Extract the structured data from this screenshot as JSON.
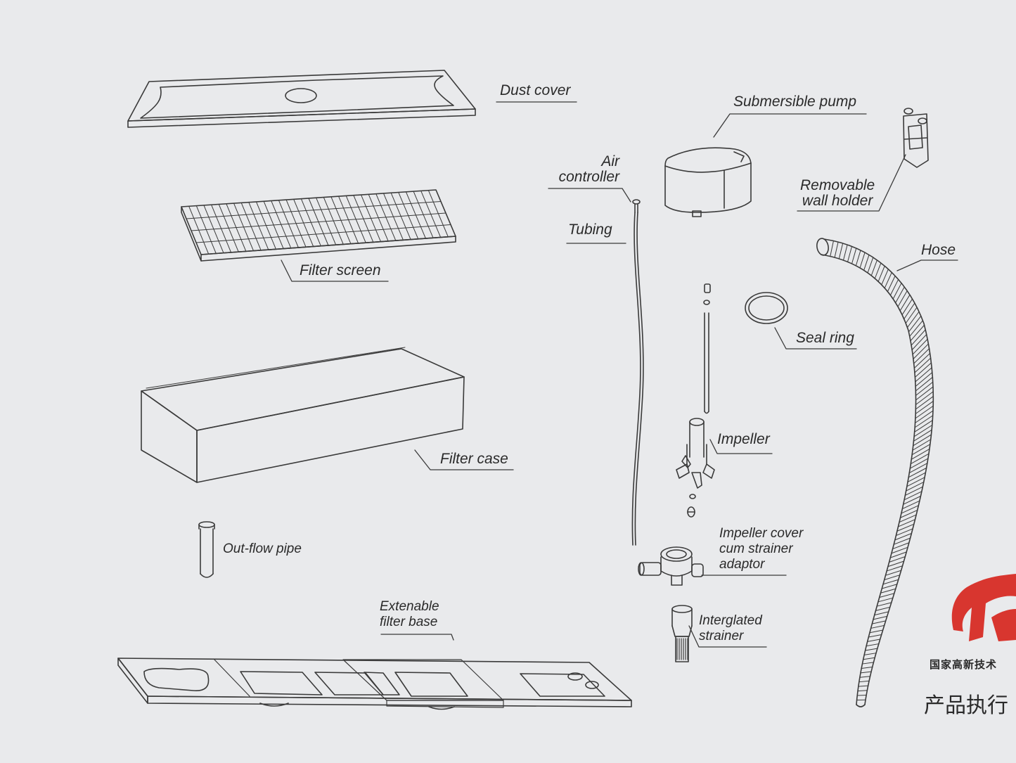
{
  "labels": {
    "dust_cover": "Dust cover",
    "filter_screen": "Filter screen",
    "filter_case": "Filter case",
    "out_flow_pipe": "Out-flow pipe",
    "extenable_filter_base": [
      "Extenable",
      "filter base"
    ],
    "air_controller": [
      "Air",
      "controller"
    ],
    "tubing": "Tubing",
    "submersible_pump": "Submersible pump",
    "removable_wall_holder": [
      "Removable",
      "wall holder"
    ],
    "hose": "Hose",
    "seal_ring": "Seal ring",
    "impeller": "Impeller",
    "impeller_cover": [
      "Impeller cover",
      "cum strainer",
      "adaptor"
    ],
    "interglated_strainer": [
      "Interglated",
      "strainer"
    ]
  },
  "chinese": {
    "line1": "国家高新技术",
    "line2": "产品执行"
  },
  "colors": {
    "background": "#e9eaec",
    "ink": "#3a3a3a",
    "logo_red": "#d8362f"
  }
}
